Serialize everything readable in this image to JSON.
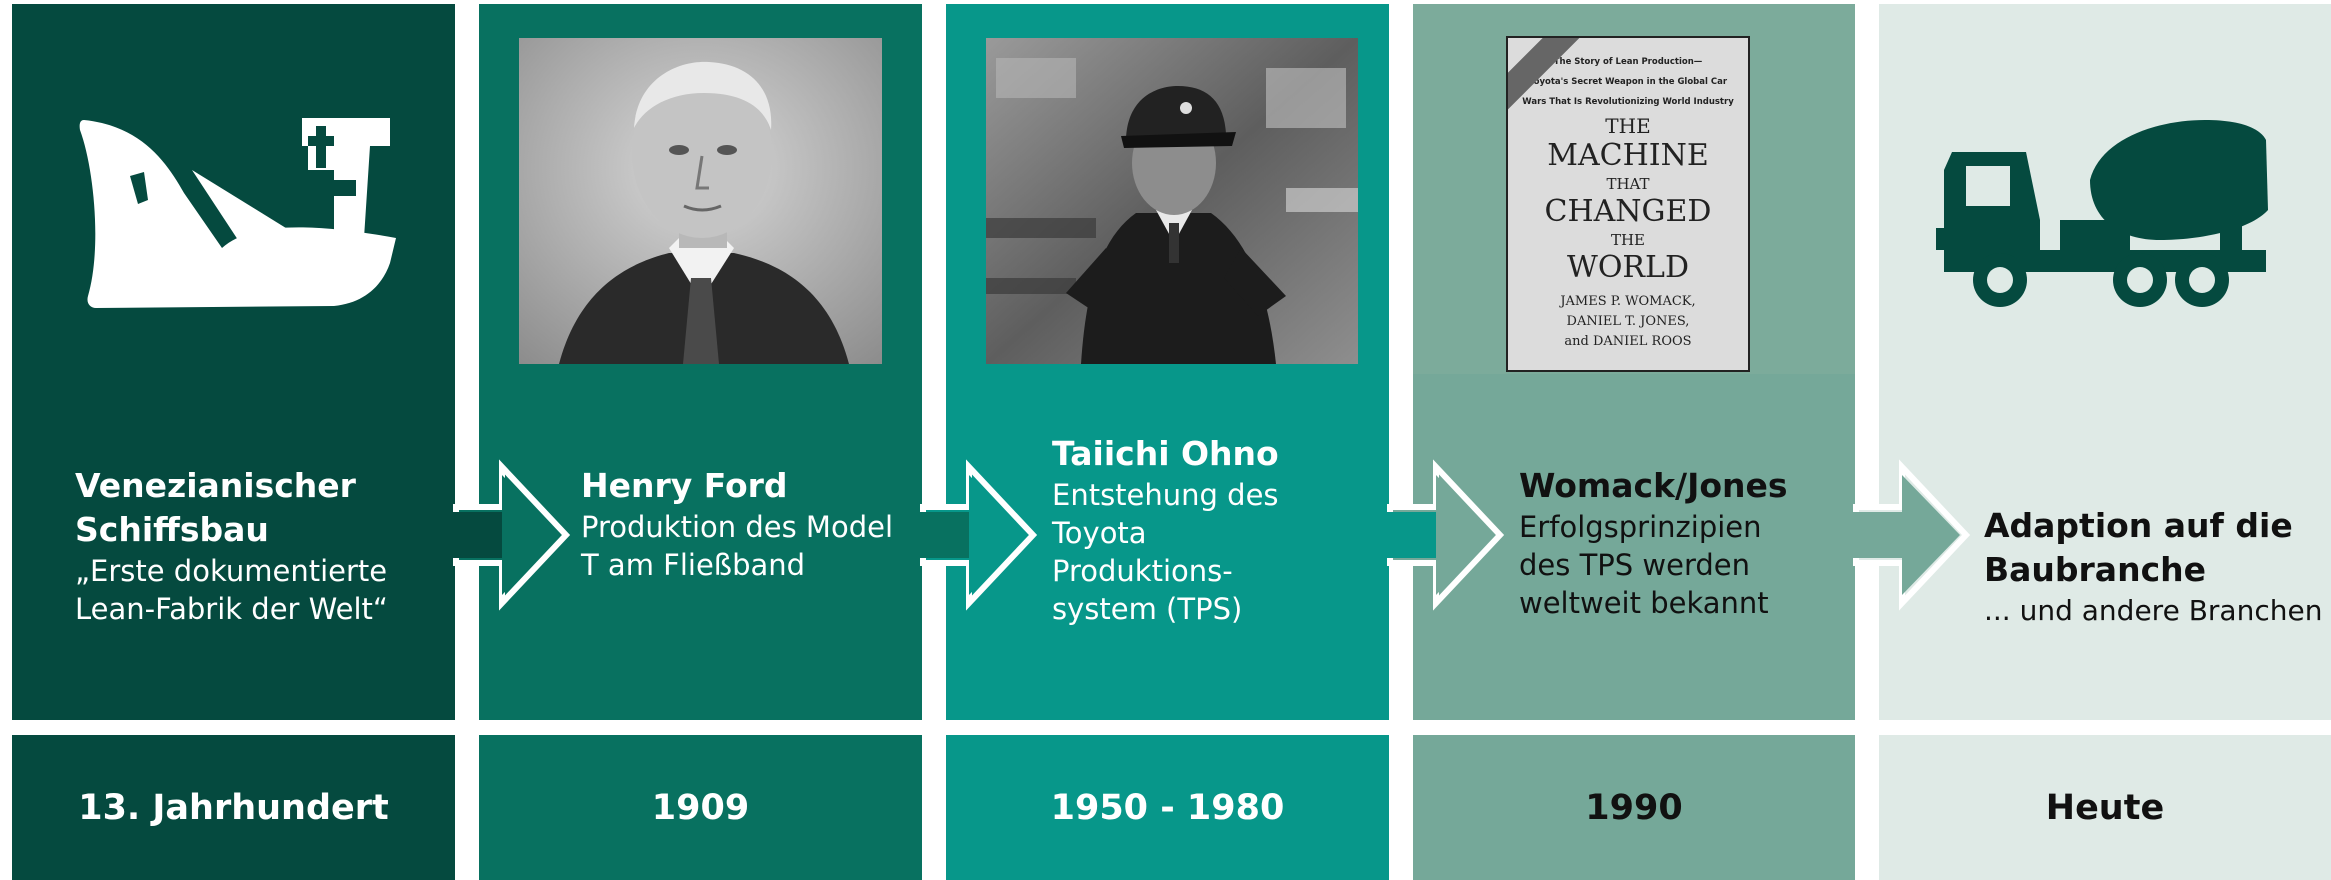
{
  "colors": {
    "dark": "#054a3f",
    "mid": "#087160",
    "teal": "#07978a",
    "sage": "#75a899",
    "sage_upper": "#7cab9b",
    "pale": "#dfeae6",
    "white": "#ffffff",
    "black": "#111111"
  },
  "stages": [
    {
      "title": "Venezianischer\nSchiffsbau",
      "description": "„Erste dokumentierte\nLean-Fabrik der Welt“",
      "period": "13. Jahrhundert",
      "icon": "ship-icon"
    },
    {
      "title": "Henry Ford",
      "description": "Produktion des Model\nT am Fließband",
      "period": "1909",
      "image": "portrait-henry-ford"
    },
    {
      "title": "Taiichi Ohno",
      "description": "Entstehung des\nToyota\nProduktions-\nsystem (TPS)",
      "period": "1950 - 1980",
      "image": "photo-taiichi-ohno"
    },
    {
      "title": "Womack/Jones",
      "description": "Erfolgsprinzipien\ndes TPS werden\nweltweit bekannt",
      "period": "1990",
      "image": "book-cover"
    },
    {
      "title": "Adaption auf die\nBaubranche",
      "description": "... und andere Branchen",
      "period": "Heute",
      "icon": "concrete-mixer-truck-icon"
    }
  ],
  "book": {
    "tagline": "The Story of Lean Production—\nToyota's Secret Weapon in the Global Car\nWars That Is Revolutionizing World Industry",
    "title_line1": "THE",
    "title_line2": "MACHINE",
    "title_line3": "THAT",
    "title_line4": "CHANGED",
    "title_line5": "THE",
    "title_line6": "WORLD",
    "authors": "JAMES P. WOMACK,\nDANIEL T. JONES,\nand DANIEL ROOS"
  }
}
